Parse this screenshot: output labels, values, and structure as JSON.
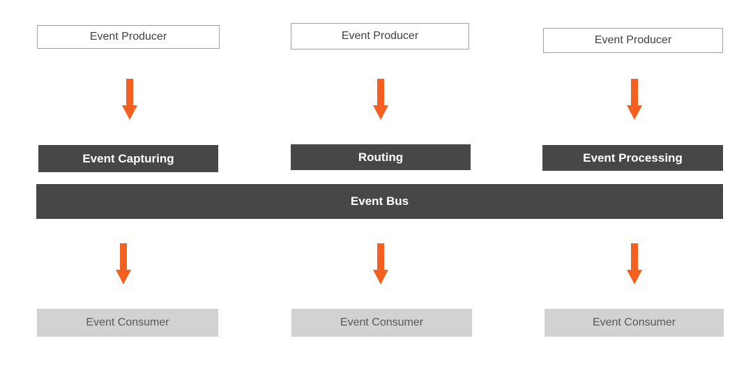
{
  "colors": {
    "background": "#ffffff",
    "arrow_orange": "#f4601f",
    "dark_box_fill": "#474747",
    "dark_box_text": "#ffffff",
    "producer_fill": "#ffffff",
    "producer_border": "#a0a0a0",
    "producer_text": "#404040",
    "consumer_fill": "#d2d2d2",
    "consumer_text": "#595959"
  },
  "diagram": {
    "producers": [
      {
        "label": "Event Producer"
      },
      {
        "label": "Event Producer"
      },
      {
        "label": "Event Producer"
      }
    ],
    "stages": [
      {
        "label": "Event Capturing"
      },
      {
        "label": "Routing"
      },
      {
        "label": "Event Processing"
      }
    ],
    "bus": {
      "label": "Event Bus"
    },
    "consumers": [
      {
        "label": "Event Consumer"
      },
      {
        "label": "Event Consumer"
      },
      {
        "label": "Event Consumer"
      }
    ]
  }
}
